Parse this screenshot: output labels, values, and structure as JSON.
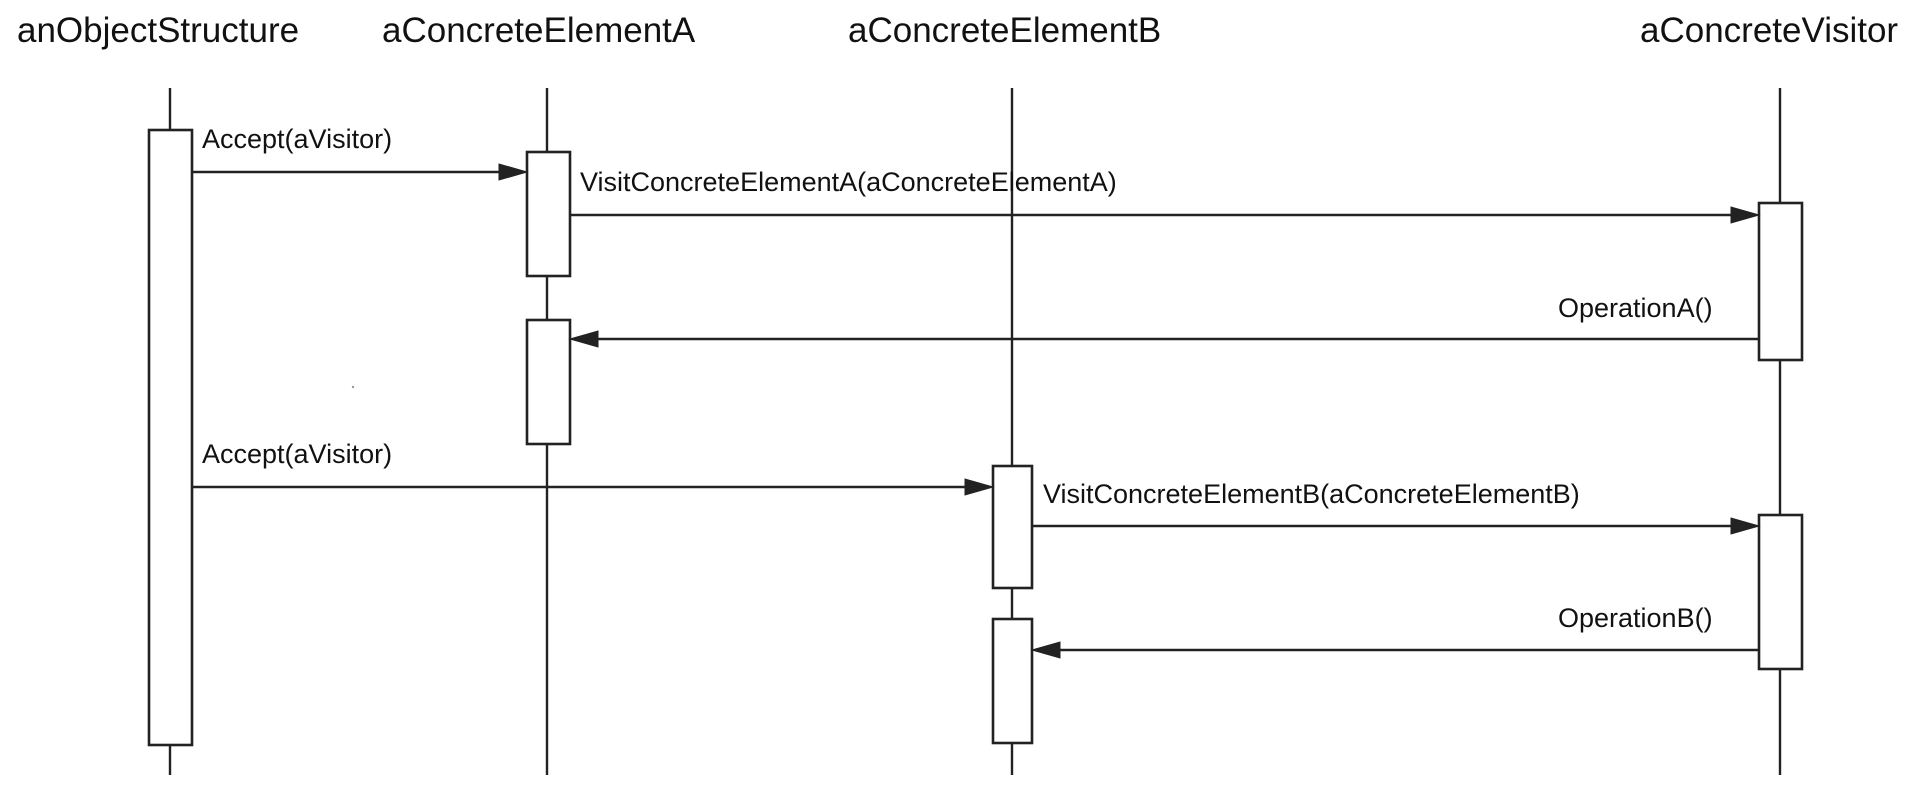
{
  "participants": [
    {
      "name": "anObjectStructure"
    },
    {
      "name": "aConcreteElementA"
    },
    {
      "name": "aConcreteElementB"
    },
    {
      "name": "aConcreteVisitor"
    }
  ],
  "messages": [
    {
      "label": "Accept(aVisitor)"
    },
    {
      "label": "VisitConcreteElementA(aConcreteElementA)"
    },
    {
      "label": "OperationA()"
    },
    {
      "label": "Accept(aVisitor)"
    },
    {
      "label": "VisitConcreteElementB(aConcreteElementB)"
    },
    {
      "label": "OperationB()"
    }
  ]
}
